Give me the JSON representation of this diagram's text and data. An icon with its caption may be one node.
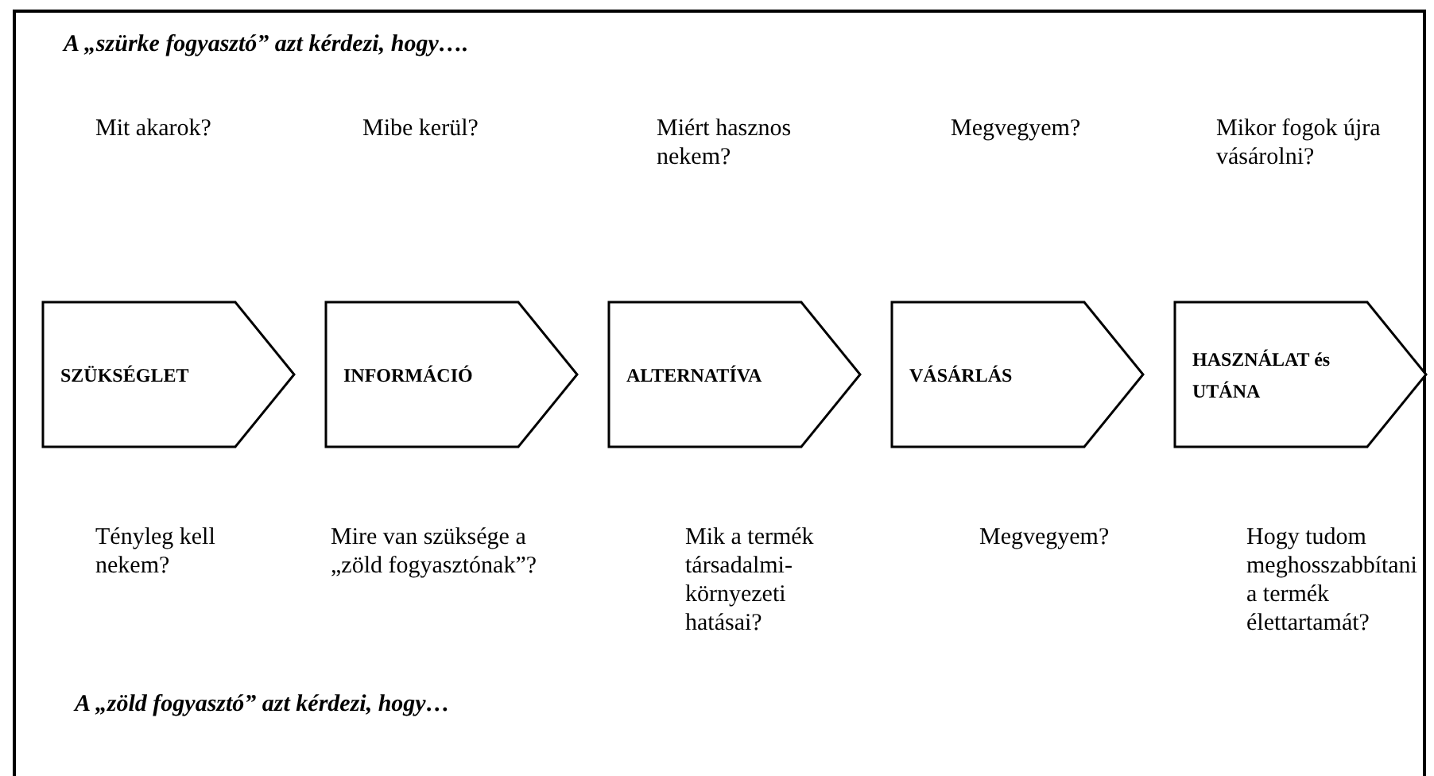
{
  "diagram": {
    "nodes": [
      {
        "text": [
          "SZÜKSÉGLET"
        ]
      },
      {
        "text": [
          "INFORMÁCIÓ"
        ]
      },
      {
        "text": [
          "ALTERNATÍVA"
        ]
      },
      {
        "text": [
          "VÁSÁRLÁS"
        ]
      },
      {
        "text": [
          "HASZNÁLAT és UTÁNA"
        ]
      }
    ],
    "labels": [
      "A „szürke fogyasztó” azt kérdezi, hogy….",
      "Mit akarok?",
      "Mibe kerül?",
      "Miért hasznos nekem?",
      "Megvegyem?",
      "Mikor fogok újra vásárolni?",
      "Tényleg kell nekem?",
      "Mire van szüksége a „zöld fogyasztónak”?",
      "Mik a termék társadalmi-környezeti hatásai?",
      "Megvegyem?",
      "Hogy tudom meghosszabbítani a termék élettartamát?",
      "A „zöld fogyasztó” azt kérdezi, hogy…"
    ]
  }
}
